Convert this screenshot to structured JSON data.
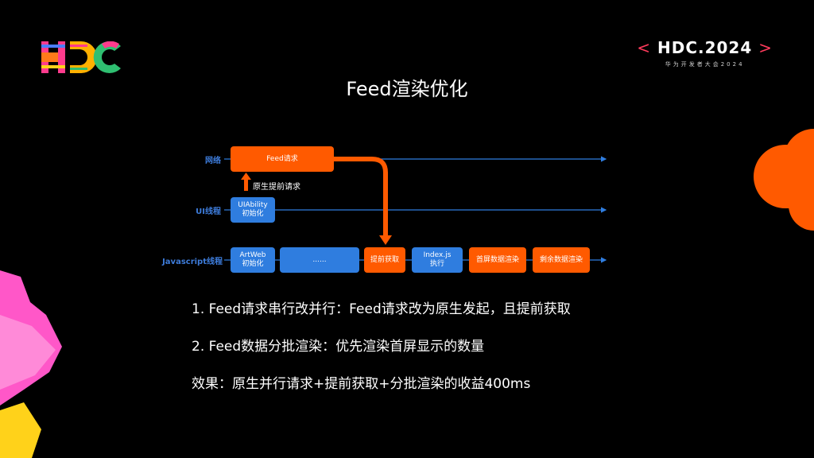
{
  "header": {
    "title": "Feed渲染优化",
    "event_brand": "HDC.2024",
    "event_open": "<",
    "event_close": ">",
    "event_subtitle": "华为开发者大会2024"
  },
  "diagram": {
    "lanes": {
      "network": "网络",
      "ui_thread": "UI线程",
      "js_thread": "Javascript线程"
    },
    "boxes": {
      "feed_request": "Feed请求",
      "uiability_l1": "UIAbility",
      "uiability_l2": "初始化",
      "artweb_l1": "ArtWeb",
      "artweb_l2": "初始化",
      "ellipsis": "......",
      "prefetch": "提前获取",
      "indexjs_l1": "Index.js",
      "indexjs_l2": "执行",
      "first_screen": "首屏数据渲染",
      "remaining": "剩余数据渲染"
    },
    "note": "原生提前请求"
  },
  "content": {
    "point1": "1. Feed请求串行改并行：Feed请求改为原生发起，且提前获取",
    "point2": "2. Feed数据分批渲染：优先渲染首屏显示的数量",
    "effect": "效果：原生并行请求+提前获取+分批渲染的收益400ms"
  }
}
